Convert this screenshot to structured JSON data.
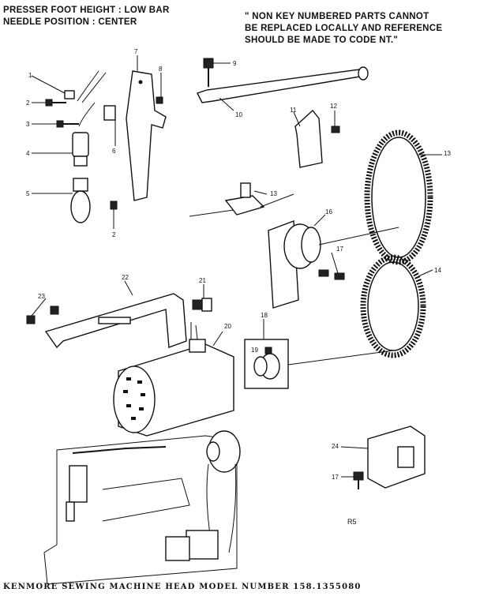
{
  "header": {
    "left_line1": "PRESSER FOOT HEIGHT : LOW BAR",
    "left_line2": "NEEDLE POSITION : CENTER",
    "right_line1": "\" NON KEY NUMBERED PARTS CANNOT",
    "right_line2": "BE REPLACED LOCALLY AND REFERENCE",
    "right_line3": "SHOULD BE MADE TO CODE NT.\""
  },
  "callouts": {
    "c1": "1",
    "c2a": "2",
    "c2b": "2",
    "c3": "3",
    "c4": "4",
    "c5": "5",
    "c6": "6",
    "c7": "7",
    "c8": "8",
    "c9": "9",
    "c10": "10",
    "c11": "11",
    "c12": "12",
    "c13a": "13",
    "c13b": "13",
    "c14": "14",
    "c16": "16",
    "c17a": "17",
    "c17b": "17",
    "c18": "18",
    "c19": "19",
    "c20": "20",
    "c21": "21",
    "c22": "22",
    "c23": "23",
    "c24": "24"
  },
  "page_code": "R5",
  "footer": "KENMORE SEWING MACHINE HEAD   MODEL NUMBER 158.1355080"
}
